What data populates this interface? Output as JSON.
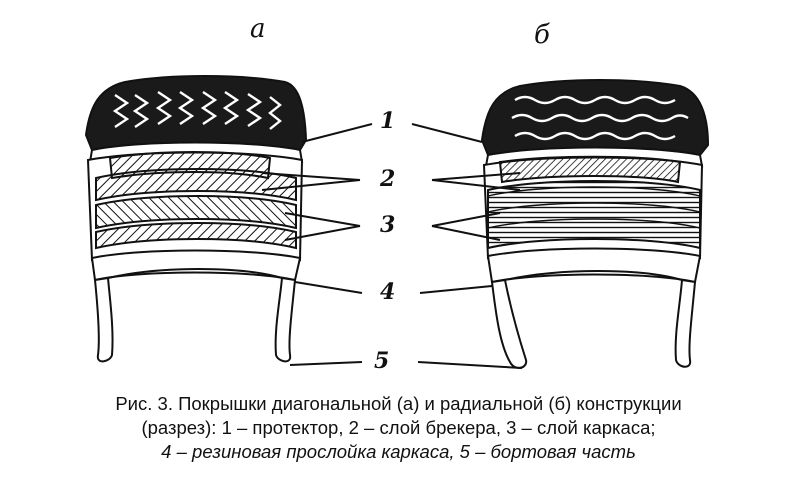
{
  "panels": [
    {
      "label": "а"
    },
    {
      "label": "б"
    }
  ],
  "callouts": [
    {
      "number": "1"
    },
    {
      "number": "2"
    },
    {
      "number": "3"
    },
    {
      "number": "4"
    },
    {
      "number": "5"
    }
  ],
  "caption": {
    "line1": "Рис. 3. Покрышки диагональной (а) и радиальной (б) конструкции",
    "line2": "(разрез): 1 – протектор, 2 – слой брекера, 3 – слой каркаса;",
    "line3": "4 – резиновая прослойка каркаса,  5 – бортовая часть"
  }
}
